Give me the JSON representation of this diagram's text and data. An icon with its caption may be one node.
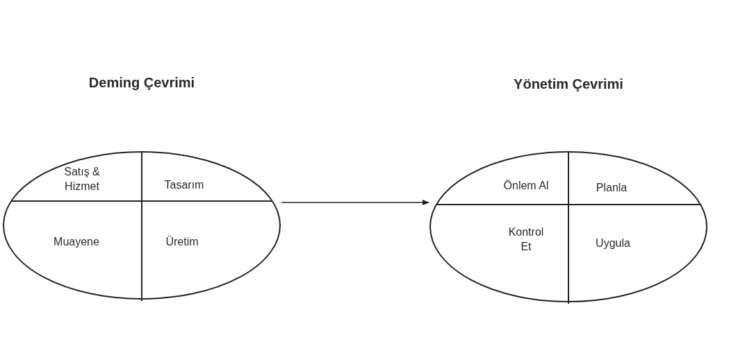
{
  "diagram": {
    "nodes": [
      {
        "text": [
          "Deming Çevrimi"
        ]
      },
      {
        "text": [
          "Satış & Hizmet"
        ],
        "in": 0
      },
      {
        "text": [
          "Tasarım"
        ],
        "in": 0
      },
      {
        "text": [
          "Muayene"
        ],
        "in": 0
      },
      {
        "text": [
          "Üretim"
        ],
        "in": 0
      },
      {
        "text": [
          "Yönetim Çevrimi"
        ]
      },
      {
        "text": [
          "Önlem Al"
        ],
        "in": 5
      },
      {
        "text": [
          "Planla"
        ],
        "in": 5
      },
      {
        "text": [
          "Kontrol Et"
        ],
        "in": 5
      },
      {
        "text": [
          "Uygula"
        ],
        "in": 5
      }
    ],
    "edges": [
      {
        "from": 0,
        "to": 5,
        "arrow": "to"
      }
    ]
  }
}
